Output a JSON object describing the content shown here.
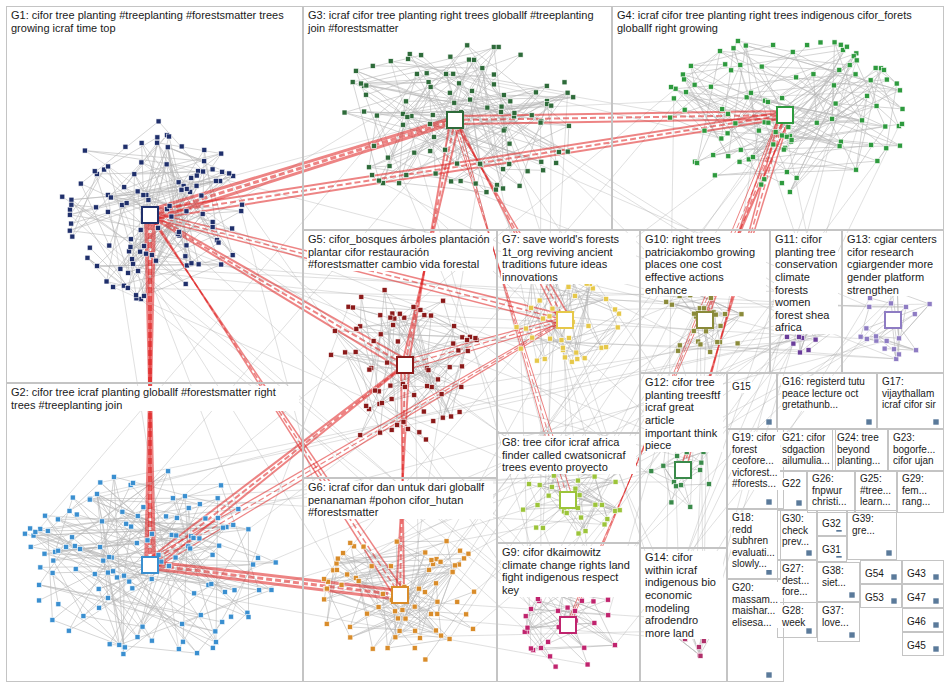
{
  "diagram": {
    "nodes": [
      {
        "text": [
          "G1: cifor tree planting #treeplanting #forestsmatter trees growing icraf time top"
        ]
      },
      {
        "text": [
          "G3: icraf cifor tree planting right trees globallf #treeplanting join #forestsmatter"
        ]
      },
      {
        "text": [
          "G4: icraf cifor tree planting right trees indigenous cifor_forets globallf right growing"
        ]
      },
      {
        "text": [
          "G5: cifor_bosques árboles plantación plantar cifor restauración #forestsmatter cambio vida forestal"
        ]
      },
      {
        "text": [
          "G7: save world's forests 1t_org reviving ancient traditions future ideas innovations"
        ]
      },
      {
        "text": [
          "G10: right trees patriciakombo growing places one cost effective actions enhance"
        ]
      },
      {
        "text": [
          "G11: cifor planting tree conservation climate forests women forest shea africa"
        ]
      },
      {
        "text": [
          "G13: cgiar centers cifor research cgiargender more gender platform strengthen"
        ]
      },
      {
        "text": [
          "G12: cifor tree planting treesftf icraf great article important think piece"
        ]
      },
      {
        "text": [
          "G15"
        ]
      },
      {
        "text": [
          "G16: registerd tutu peace lecture oct gretathunb..."
        ]
      },
      {
        "text": [
          "G17: vijaythallam icraf cifor sir"
        ]
      },
      {
        "text": [
          "G2: cifor tree icraf planting globallf #forestsmatter right trees #treeplanting join"
        ]
      },
      {
        "text": [
          "G8: tree cifor icraf africa finder called cwatsonicraf trees evento proyecto"
        ]
      },
      {
        "text": [
          "G19: cifor forest ceofore... vicforest... #forests..."
        ]
      },
      {
        "text": [
          "G21: cifor sdgaction ailumulia..."
        ]
      },
      {
        "text": [
          "G24: tree beyond planting..."
        ]
      },
      {
        "text": [
          "G23: bogorfe... cifor ujan"
        ]
      },
      {
        "text": [
          "G22"
        ]
      },
      {
        "text": [
          "G26: fnpwur christi..."
        ]
      },
      {
        "text": [
          "G25: #tree... learn..."
        ]
      },
      {
        "text": [
          "G29: fem... rang..."
        ]
      },
      {
        "text": [
          "G6: icraf cifor dan untuk dari globallf penanaman #pohon cifor_hutan #forestsmatter"
        ]
      },
      {
        "text": [
          "G18: redd subhren evaluati... slowly..."
        ]
      },
      {
        "text": [
          "G30: check prev..."
        ]
      },
      {
        "text": [
          "G32"
        ]
      },
      {
        "text": [
          "G39: gre..."
        ]
      },
      {
        "text": [
          "G31"
        ]
      },
      {
        "text": [
          "G9: cifor dkaimowitz climate change rights land fight indigenous respect key"
        ]
      },
      {
        "text": [
          "G14: cifor within icraf indigenous bio economic modeling afrodendro more land"
        ]
      },
      {
        "text": [
          "G20: massam... maishar... elisesa..."
        ]
      },
      {
        "text": [
          "G27: dest... fore..."
        ]
      },
      {
        "text": [
          "G28: week"
        ]
      },
      {
        "text": [
          "G38: siet..."
        ]
      },
      {
        "text": [
          "G54"
        ]
      },
      {
        "text": [
          "G43"
        ]
      },
      {
        "text": [
          "G53"
        ]
      },
      {
        "text": [
          "G47"
        ]
      },
      {
        "text": [
          "G46"
        ]
      },
      {
        "text": [
          "G37: love..."
        ]
      },
      {
        "text": [
          "G45"
        ]
      }
    ]
  }
}
